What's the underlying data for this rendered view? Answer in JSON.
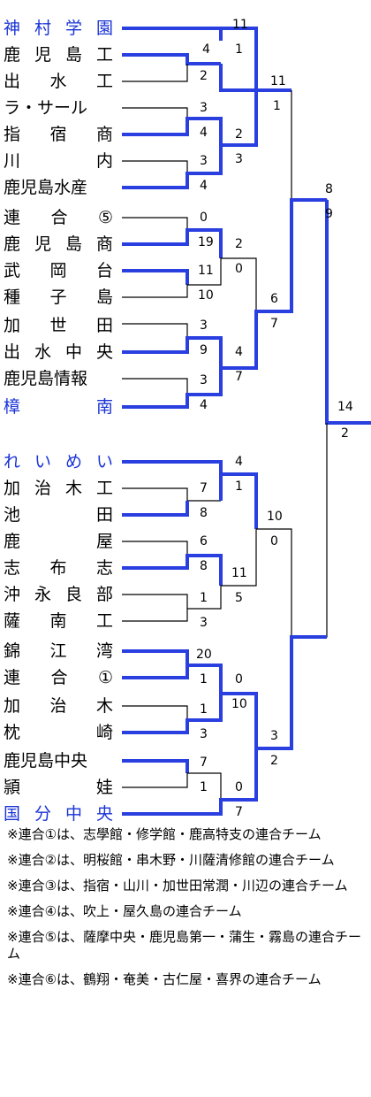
{
  "teams": [
    {
      "name": "神村学園",
      "win": true
    },
    {
      "name": "鹿児島工",
      "win": false
    },
    {
      "name": "出水工",
      "win": false
    },
    {
      "name": "ラ・サール",
      "win": false
    },
    {
      "name": "指宿商",
      "win": false
    },
    {
      "name": "川内",
      "win": false
    },
    {
      "name": "鹿児島水産",
      "win": false
    },
    {
      "name": "連合⑤",
      "win": false
    },
    {
      "name": "鹿児島商",
      "win": false
    },
    {
      "name": "武岡台",
      "win": false
    },
    {
      "name": "種子島",
      "win": false
    },
    {
      "name": "加世田",
      "win": false
    },
    {
      "name": "出水中央",
      "win": false
    },
    {
      "name": "鹿児島情報",
      "win": false
    },
    {
      "name": "樟南",
      "win": true
    },
    {
      "name": "れいめい",
      "win": true
    },
    {
      "name": "加治木工",
      "win": false
    },
    {
      "name": "池田",
      "win": false
    },
    {
      "name": "鹿屋",
      "win": false
    },
    {
      "name": "志布志",
      "win": false
    },
    {
      "name": "沖永良部",
      "win": false
    },
    {
      "name": "薩南工",
      "win": false
    },
    {
      "name": "錦江湾",
      "win": false
    },
    {
      "name": "連合①",
      "win": false
    },
    {
      "name": "加治木",
      "win": false
    },
    {
      "name": "枕崎",
      "win": false
    },
    {
      "name": "鹿児島中央",
      "win": false
    },
    {
      "name": "頴娃",
      "win": false
    },
    {
      "name": "国分中央",
      "win": true
    }
  ],
  "scores": {
    "s11a": "11",
    "s1a": "1",
    "s4a": "4",
    "s2a": "2",
    "s11b": "11",
    "s1b": "1",
    "s3a": "3",
    "s4b": "4",
    "s2b": "2",
    "s3b": "3",
    "s3c": "3",
    "s4c": "4",
    "s8": "8",
    "s9": "9",
    "s0a": "0",
    "s19": "19",
    "s2c": "2",
    "s0b": "0",
    "s11c": "11",
    "s10a": "10",
    "s6": "6",
    "s7a": "7",
    "s3d": "3",
    "s9b": "9",
    "s4d": "4",
    "s7b": "7",
    "s3e": "3",
    "s4e": "4",
    "s14": "14",
    "s2d": "2",
    "s4f": "4",
    "s1c": "1",
    "s7c": "7",
    "s8b": "8",
    "s10b": "10",
    "s0c": "0",
    "s6b": "6",
    "s8c": "8",
    "s11d": "11",
    "s5": "5",
    "s1d": "1",
    "s3f": "3",
    "s20": "20",
    "s1e": "1",
    "s0d": "0",
    "s10c": "10",
    "s1f": "1",
    "s3g": "3",
    "s3h": "3",
    "s2e": "2",
    "s7d": "7",
    "s1g": "1",
    "s0e": "0",
    "s7e": "7"
  },
  "notes": [
    "※連合①は、志學館・修学館・鹿高特支の連合チーム",
    "※連合②は、明桜館・串木野・川薩清修館の連合チーム",
    "※連合③は、指宿・山川・加世田常潤・川辺の連合チーム",
    "※連合④は、吹上・屋久島の連合チーム",
    "※連合⑤は、薩摩中央・鹿児島第一・蒲生・霧島の連合チーム",
    "※連合⑥は、鶴翔・奄美・古仁屋・喜界の連合チーム"
  ],
  "colors": {
    "win": "#1a33d6",
    "line": "#000000",
    "winLine": "#2a3fe0"
  }
}
